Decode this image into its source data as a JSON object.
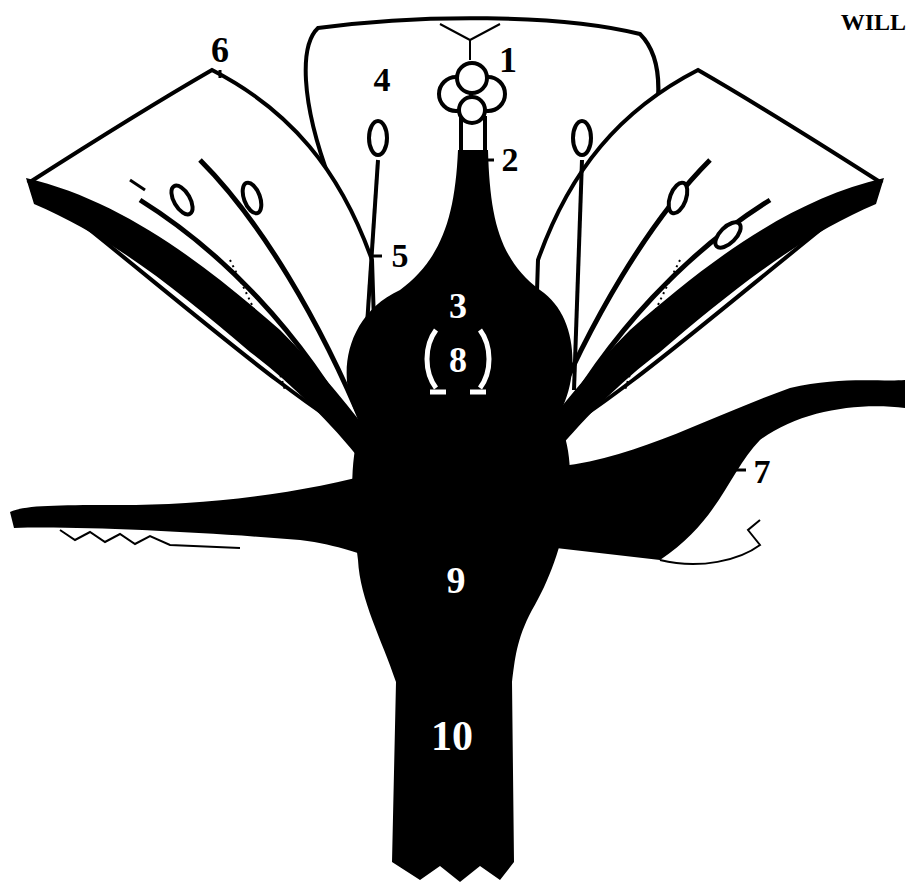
{
  "diagram": {
    "labels": [
      "WILL",
      "6",
      "1",
      "4",
      "2",
      "5",
      "3",
      "8",
      "7",
      "9",
      "10"
    ]
  }
}
